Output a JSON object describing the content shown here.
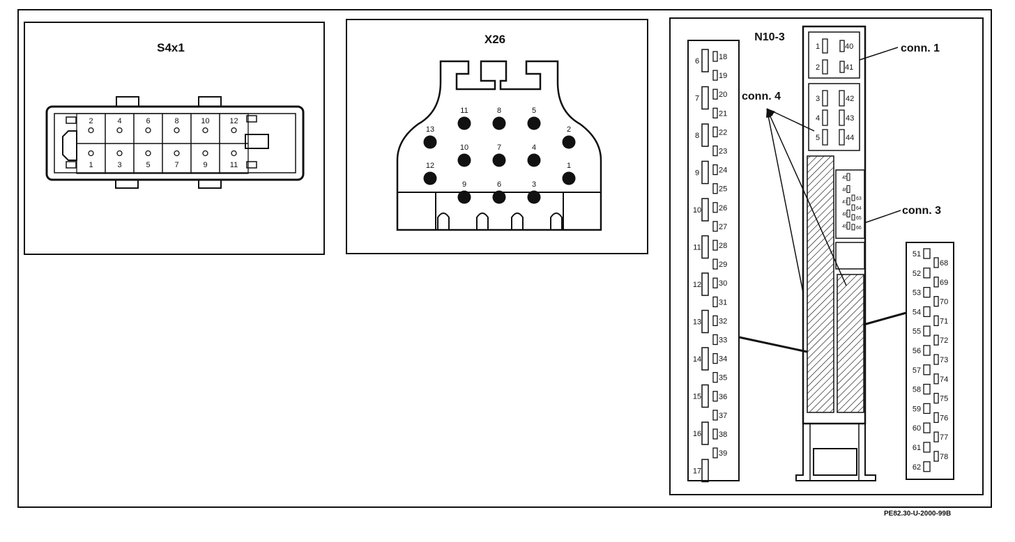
{
  "s4x1": {
    "title": "S4x1",
    "top_pins": [
      "2",
      "4",
      "6",
      "8",
      "10",
      "12"
    ],
    "bottom_pins": [
      "1",
      "3",
      "5",
      "7",
      "9",
      "11"
    ]
  },
  "x26": {
    "title": "X26",
    "pins": [
      "1",
      "2",
      "3",
      "4",
      "5",
      "6",
      "7",
      "8",
      "9",
      "10",
      "11",
      "12",
      "13"
    ]
  },
  "n103": {
    "title": "N10-3",
    "labels": {
      "conn1": "conn. 1",
      "conn3": "conn. 3",
      "conn4": "conn. 4"
    },
    "left_block": {
      "left_pins": [
        "6",
        "7",
        "8",
        "9",
        "10",
        "11",
        "12",
        "13",
        "14",
        "15",
        "16",
        "17"
      ],
      "right_pins": [
        "18",
        "19",
        "20",
        "21",
        "22",
        "23",
        "24",
        "25",
        "26",
        "27",
        "28",
        "29",
        "30",
        "31",
        "32",
        "33",
        "34",
        "35",
        "36",
        "37",
        "38",
        "39"
      ]
    },
    "conn1_pins": {
      "left": [
        "1",
        "2"
      ],
      "right": [
        "40",
        "41"
      ]
    },
    "conn4_pins": {
      "left": [
        "3",
        "4",
        "5"
      ],
      "right": [
        "42",
        "43",
        "44"
      ]
    },
    "conn3_pins": {
      "left": [
        "45",
        "46",
        "47",
        "48",
        "49"
      ],
      "right": [
        "63",
        "64",
        "65",
        "66"
      ]
    },
    "right_block": {
      "left_pins": [
        "51",
        "52",
        "53",
        "54",
        "55",
        "56",
        "57",
        "58",
        "59",
        "60",
        "61",
        "62"
      ],
      "right_pins": [
        "68",
        "69",
        "70",
        "71",
        "72",
        "73",
        "74",
        "75",
        "76",
        "77",
        "78"
      ]
    }
  },
  "footer": {
    "reference": "PE82.30-U-2000-99B"
  }
}
